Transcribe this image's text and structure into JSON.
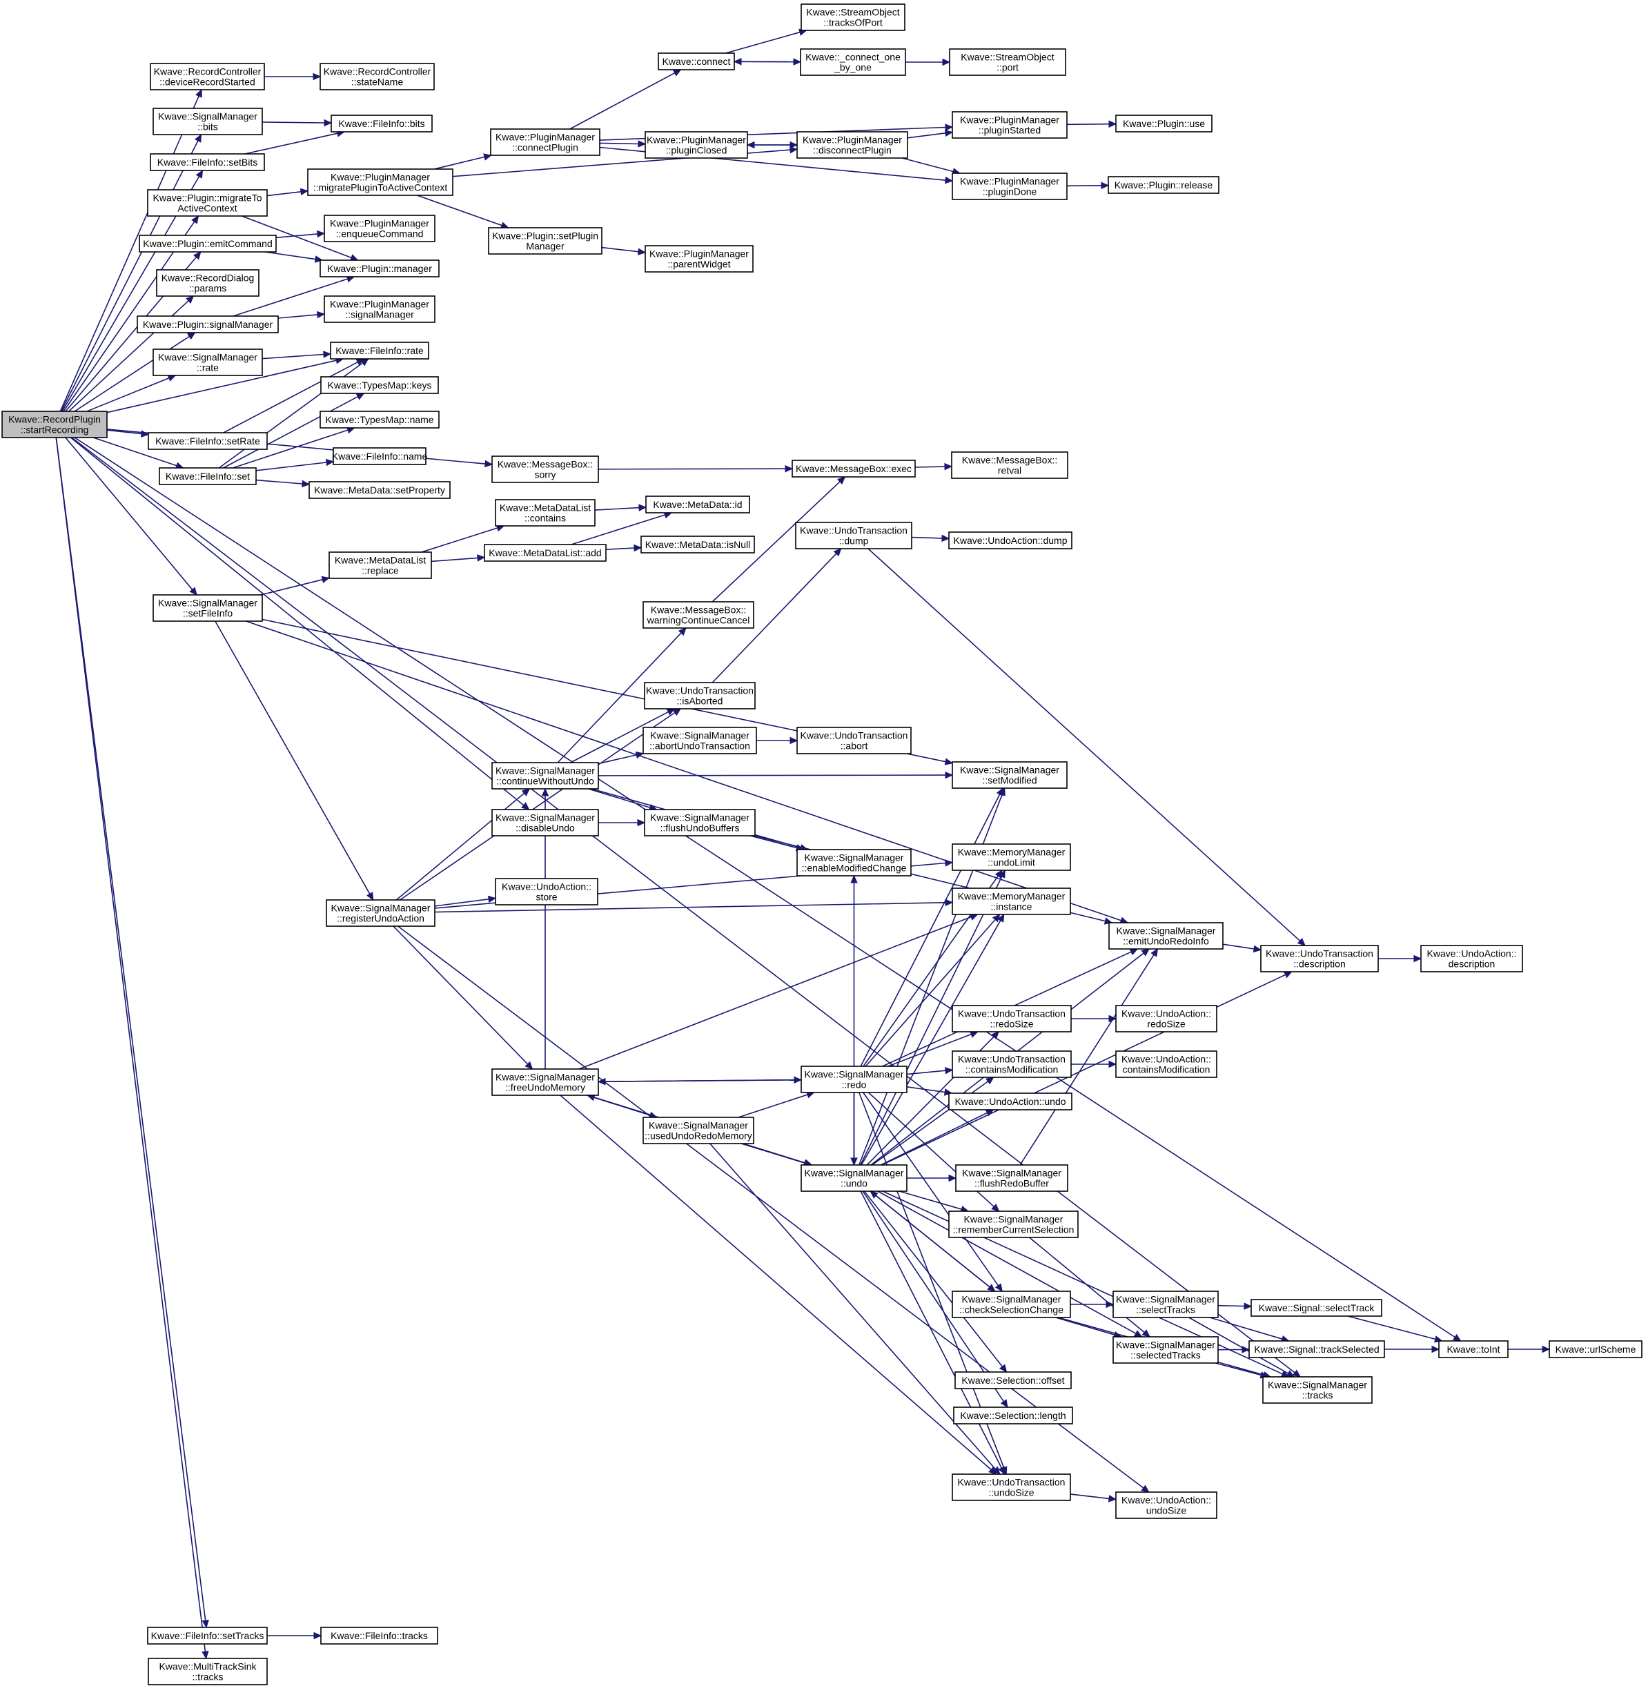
{
  "diagram": {
    "title": "",
    "colors": {
      "edge": "#191970",
      "node_border": "#000000",
      "node_fill": "#ffffff",
      "root_fill": "#bfbfbf"
    },
    "nodes": [
      {
        "id": "root",
        "lines": [
          "Kwave::RecordPlugin",
          "::startRecording"
        ],
        "root": true
      },
      {
        "id": "rc_devrec",
        "lines": [
          "Kwave::RecordController",
          "::deviceRecordStarted"
        ]
      },
      {
        "id": "rc_state",
        "lines": [
          "Kwave::RecordController",
          "::stateName"
        ]
      },
      {
        "id": "sm_bits",
        "lines": [
          "Kwave::SignalManager",
          "::bits"
        ]
      },
      {
        "id": "fi_bits",
        "lines": [
          "Kwave::FileInfo::bits"
        ]
      },
      {
        "id": "fi_setbits",
        "lines": [
          "Kwave::FileInfo::setBits"
        ]
      },
      {
        "id": "pl_migrate",
        "lines": [
          "Kwave::Plugin::migrateTo",
          "ActiveContext"
        ]
      },
      {
        "id": "pm_migrate",
        "lines": [
          "Kwave::PluginManager",
          "::migratePluginToActiveContext"
        ]
      },
      {
        "id": "pl_emit",
        "lines": [
          "Kwave::Plugin::emitCommand"
        ]
      },
      {
        "id": "pm_enqueue",
        "lines": [
          "Kwave::PluginManager",
          "::enqueueCommand"
        ]
      },
      {
        "id": "pl_manager",
        "lines": [
          "Kwave::Plugin::manager"
        ]
      },
      {
        "id": "rd_params",
        "lines": [
          "Kwave::RecordDialog",
          "::params"
        ]
      },
      {
        "id": "pl_sigman",
        "lines": [
          "Kwave::Plugin::signalManager"
        ]
      },
      {
        "id": "pm_sigman",
        "lines": [
          "Kwave::PluginManager",
          "::signalManager"
        ]
      },
      {
        "id": "sm_rate",
        "lines": [
          "Kwave::SignalManager",
          "::rate"
        ]
      },
      {
        "id": "fi_rate",
        "lines": [
          "Kwave::FileInfo::rate"
        ]
      },
      {
        "id": "tm_keys",
        "lines": [
          "Kwave::TypesMap::keys"
        ]
      },
      {
        "id": "tm_name",
        "lines": [
          "Kwave::TypesMap::name"
        ]
      },
      {
        "id": "fi_setrate",
        "lines": [
          "Kwave::FileInfo::setRate"
        ]
      },
      {
        "id": "fi_name",
        "lines": [
          "Kwave::FileInfo::name"
        ]
      },
      {
        "id": "fi_set",
        "lines": [
          "Kwave::FileInfo::set"
        ]
      },
      {
        "id": "md_setprop",
        "lines": [
          "Kwave::MetaData::setProperty"
        ]
      },
      {
        "id": "pm_connect",
        "lines": [
          "Kwave::PluginManager",
          "::connectPlugin"
        ]
      },
      {
        "id": "k_connect",
        "lines": [
          "Kwave::connect"
        ]
      },
      {
        "id": "so_tracks",
        "lines": [
          "Kwave::StreamObject",
          "::tracksOfPort"
        ]
      },
      {
        "id": "k_c1b1",
        "lines": [
          "Kwave::_connect_one",
          "_by_one"
        ]
      },
      {
        "id": "so_port",
        "lines": [
          "Kwave::StreamObject",
          "::port"
        ]
      },
      {
        "id": "pm_closed",
        "lines": [
          "Kwave::PluginManager",
          "::pluginClosed"
        ]
      },
      {
        "id": "pm_disconnect",
        "lines": [
          "Kwave::PluginManager",
          "::disconnectPlugin"
        ]
      },
      {
        "id": "pm_started",
        "lines": [
          "Kwave::PluginManager",
          "::pluginStarted"
        ]
      },
      {
        "id": "pl_use",
        "lines": [
          "Kwave::Plugin::use"
        ]
      },
      {
        "id": "pm_done",
        "lines": [
          "Kwave::PluginManager",
          "::pluginDone"
        ]
      },
      {
        "id": "pl_release",
        "lines": [
          "Kwave::Plugin::release"
        ]
      },
      {
        "id": "pl_setmgr",
        "lines": [
          "Kwave::Plugin::setPlugin",
          "Manager"
        ]
      },
      {
        "id": "pm_parent",
        "lines": [
          "Kwave::PluginManager",
          "::parentWidget"
        ]
      },
      {
        "id": "mb_sorry",
        "lines": [
          "Kwave::MessageBox::",
          "sorry"
        ]
      },
      {
        "id": "mb_exec",
        "lines": [
          "Kwave::MessageBox::exec"
        ]
      },
      {
        "id": "mb_retval",
        "lines": [
          "Kwave::MessageBox::",
          "retval"
        ]
      },
      {
        "id": "mdl_contains",
        "lines": [
          "Kwave::MetaDataList",
          "::contains"
        ]
      },
      {
        "id": "md_id",
        "lines": [
          "Kwave::MetaData::id"
        ]
      },
      {
        "id": "mdl_replace",
        "lines": [
          "Kwave::MetaDataList",
          "::replace"
        ]
      },
      {
        "id": "mdl_add",
        "lines": [
          "Kwave::MetaDataList::add"
        ]
      },
      {
        "id": "md_isnull",
        "lines": [
          "Kwave::MetaData::isNull"
        ]
      },
      {
        "id": "ut_dump",
        "lines": [
          "Kwave::UndoTransaction",
          "::dump"
        ]
      },
      {
        "id": "ua_dump",
        "lines": [
          "Kwave::UndoAction::dump"
        ]
      },
      {
        "id": "sm_setfileinfo",
        "lines": [
          "Kwave::SignalManager",
          "::setFileInfo"
        ]
      },
      {
        "id": "mb_warn",
        "lines": [
          "Kwave::MessageBox::",
          "warningContinueCancel"
        ]
      },
      {
        "id": "ut_isaborted",
        "lines": [
          "Kwave::UndoTransaction",
          "::isAborted"
        ]
      },
      {
        "id": "sm_abortut",
        "lines": [
          "Kwave::SignalManager",
          "::abortUndoTransaction"
        ]
      },
      {
        "id": "ut_abort",
        "lines": [
          "Kwave::UndoTransaction",
          "::abort"
        ]
      },
      {
        "id": "sm_cwu",
        "lines": [
          "Kwave::SignalManager",
          "::continueWithoutUndo"
        ]
      },
      {
        "id": "sm_setmod",
        "lines": [
          "Kwave::SignalManager",
          "::setModified"
        ]
      },
      {
        "id": "sm_disundo",
        "lines": [
          "Kwave::SignalManager",
          "::disableUndo"
        ]
      },
      {
        "id": "sm_flushundo",
        "lines": [
          "Kwave::SignalManager",
          "::flushUndoBuffers"
        ]
      },
      {
        "id": "sm_enmod",
        "lines": [
          "Kwave::SignalManager",
          "::enableModifiedChange"
        ]
      },
      {
        "id": "mm_undolimit",
        "lines": [
          "Kwave::MemoryManager",
          "::undoLimit"
        ]
      },
      {
        "id": "ua_store",
        "lines": [
          "Kwave::UndoAction::",
          "store"
        ]
      },
      {
        "id": "mm_instance",
        "lines": [
          "Kwave::MemoryManager",
          "::instance"
        ]
      },
      {
        "id": "sm_regundo",
        "lines": [
          "Kwave::SignalManager",
          "::registerUndoAction"
        ]
      },
      {
        "id": "sm_emitundo",
        "lines": [
          "Kwave::SignalManager",
          "::emitUndoRedoInfo"
        ]
      },
      {
        "id": "ut_desc",
        "lines": [
          "Kwave::UndoTransaction",
          "::description"
        ]
      },
      {
        "id": "ua_desc",
        "lines": [
          "Kwave::UndoAction::",
          "description"
        ]
      },
      {
        "id": "ut_redosize",
        "lines": [
          "Kwave::UndoTransaction",
          "::redoSize"
        ]
      },
      {
        "id": "ua_redosize",
        "lines": [
          "Kwave::UndoAction::",
          "redoSize"
        ]
      },
      {
        "id": "ut_containsmod",
        "lines": [
          "Kwave::UndoTransaction",
          "::containsModification"
        ]
      },
      {
        "id": "ua_containsmod",
        "lines": [
          "Kwave::UndoAction::",
          "containsModification"
        ]
      },
      {
        "id": "sm_freeundo",
        "lines": [
          "Kwave::SignalManager",
          "::freeUndoMemory"
        ]
      },
      {
        "id": "sm_redo",
        "lines": [
          "Kwave::SignalManager",
          "::redo"
        ]
      },
      {
        "id": "ua_undo",
        "lines": [
          "Kwave::UndoAction::undo"
        ]
      },
      {
        "id": "sm_usedundo",
        "lines": [
          "Kwave::SignalManager",
          "::usedUndoRedoMemory"
        ]
      },
      {
        "id": "sm_undo",
        "lines": [
          "Kwave::SignalManager",
          "::undo"
        ]
      },
      {
        "id": "sm_flushredo",
        "lines": [
          "Kwave::SignalManager",
          "::flushRedoBuffer"
        ]
      },
      {
        "id": "sm_remsel",
        "lines": [
          "Kwave::SignalManager",
          "::rememberCurrentSelection"
        ]
      },
      {
        "id": "sm_checksel",
        "lines": [
          "Kwave::SignalManager",
          "::checkSelectionChange"
        ]
      },
      {
        "id": "sm_selecttracks",
        "lines": [
          "Kwave::SignalManager",
          "::selectTracks"
        ]
      },
      {
        "id": "sg_selecttrack",
        "lines": [
          "Kwave::Signal::selectTrack"
        ]
      },
      {
        "id": "sm_selectedtracks",
        "lines": [
          "Kwave::SignalManager",
          "::selectedTracks"
        ]
      },
      {
        "id": "sg_trackselected",
        "lines": [
          "Kwave::Signal::trackSelected"
        ]
      },
      {
        "id": "k_toint",
        "lines": [
          "Kwave::toInt"
        ]
      },
      {
        "id": "k_urlscheme",
        "lines": [
          "Kwave::urlScheme"
        ]
      },
      {
        "id": "sm_tracks",
        "lines": [
          "Kwave::SignalManager",
          "::tracks"
        ]
      },
      {
        "id": "sel_offset",
        "lines": [
          "Kwave::Selection::offset"
        ]
      },
      {
        "id": "sel_length",
        "lines": [
          "Kwave::Selection::length"
        ]
      },
      {
        "id": "ut_undosize",
        "lines": [
          "Kwave::UndoTransaction",
          "::undoSize"
        ]
      },
      {
        "id": "ua_undosize",
        "lines": [
          "Kwave::UndoAction::",
          "undoSize"
        ]
      },
      {
        "id": "fi_settracks",
        "lines": [
          "Kwave::FileInfo::setTracks"
        ]
      },
      {
        "id": "fi_tracks",
        "lines": [
          "Kwave::FileInfo::tracks"
        ]
      },
      {
        "id": "mts_tracks",
        "lines": [
          "Kwave::MultiTrackSink",
          "::tracks"
        ]
      }
    ],
    "edges": [
      [
        "root",
        "rc_devrec"
      ],
      [
        "rc_devrec",
        "rc_state"
      ],
      [
        "root",
        "sm_bits"
      ],
      [
        "sm_bits",
        "fi_bits"
      ],
      [
        "root",
        "fi_setbits"
      ],
      [
        "fi_setbits",
        "fi_bits"
      ],
      [
        "root",
        "pl_migrate"
      ],
      [
        "pl_migrate",
        "pm_migrate"
      ],
      [
        "pl_migrate",
        "pl_manager"
      ],
      [
        "pm_migrate",
        "pm_connect"
      ],
      [
        "pm_migrate",
        "pm_disconnect"
      ],
      [
        "pm_migrate",
        "pl_setmgr"
      ],
      [
        "pm_connect",
        "k_connect"
      ],
      [
        "pm_connect",
        "pm_closed"
      ],
      [
        "pm_connect",
        "pm_started"
      ],
      [
        "pm_connect",
        "pm_done"
      ],
      [
        "k_connect",
        "so_tracks"
      ],
      [
        "k_connect",
        "k_c1b1"
      ],
      [
        "k_c1b1",
        "k_connect"
      ],
      [
        "k_c1b1",
        "so_port"
      ],
      [
        "pm_closed",
        "pm_disconnect"
      ],
      [
        "pm_disconnect",
        "pm_closed"
      ],
      [
        "pm_disconnect",
        "pm_started"
      ],
      [
        "pm_disconnect",
        "pm_done"
      ],
      [
        "pm_started",
        "pl_use"
      ],
      [
        "pm_done",
        "pl_release"
      ],
      [
        "pl_setmgr",
        "pm_parent"
      ],
      [
        "root",
        "pl_emit"
      ],
      [
        "pl_emit",
        "pm_enqueue"
      ],
      [
        "pl_emit",
        "pl_manager"
      ],
      [
        "root",
        "rd_params"
      ],
      [
        "root",
        "pl_sigman"
      ],
      [
        "pl_sigman",
        "pl_manager"
      ],
      [
        "pl_sigman",
        "pm_sigman"
      ],
      [
        "root",
        "sm_rate"
      ],
      [
        "sm_rate",
        "fi_rate"
      ],
      [
        "root",
        "fi_rate"
      ],
      [
        "root",
        "fi_setrate"
      ],
      [
        "fi_setrate",
        "fi_rate"
      ],
      [
        "root",
        "fi_set"
      ],
      [
        "fi_set",
        "fi_rate"
      ],
      [
        "fi_set",
        "tm_keys"
      ],
      [
        "fi_set",
        "tm_name"
      ],
      [
        "fi_set",
        "fi_name"
      ],
      [
        "fi_set",
        "md_setprop"
      ],
      [
        "root",
        "mb_sorry"
      ],
      [
        "mb_sorry",
        "mb_exec"
      ],
      [
        "mb_exec",
        "mb_retval"
      ],
      [
        "root",
        "sm_setfileinfo"
      ],
      [
        "sm_setfileinfo",
        "mdl_replace"
      ],
      [
        "sm_setfileinfo",
        "sm_setmod"
      ],
      [
        "sm_setfileinfo",
        "sm_emitundo"
      ],
      [
        "sm_setfileinfo",
        "sm_regundo"
      ],
      [
        "mdl_replace",
        "mdl_contains"
      ],
      [
        "mdl_replace",
        "mdl_add"
      ],
      [
        "mdl_contains",
        "md_id"
      ],
      [
        "mdl_add",
        "md_id"
      ],
      [
        "mdl_add",
        "md_isnull"
      ],
      [
        "root",
        "sm_disundo"
      ],
      [
        "sm_disundo",
        "sm_flushundo"
      ],
      [
        "root",
        "sm_tracks"
      ],
      [
        "root",
        "k_toint"
      ],
      [
        "root",
        "fi_settracks"
      ],
      [
        "fi_settracks",
        "fi_tracks"
      ],
      [
        "root",
        "mts_tracks"
      ],
      [
        "ut_dump",
        "ua_dump"
      ],
      [
        "ut_dump",
        "ut_desc"
      ],
      [
        "mb_warn",
        "mb_exec"
      ],
      [
        "ut_isaborted",
        "ut_dump"
      ],
      [
        "sm_cwu",
        "mb_warn"
      ],
      [
        "sm_cwu",
        "ut_isaborted"
      ],
      [
        "sm_cwu",
        "sm_abortut"
      ],
      [
        "sm_cwu",
        "sm_setmod"
      ],
      [
        "sm_cwu",
        "sm_flushundo"
      ],
      [
        "sm_cwu",
        "sm_enmod"
      ],
      [
        "sm_abortut",
        "ut_abort"
      ],
      [
        "sm_flushundo",
        "sm_enmod"
      ],
      [
        "sm_flushundo",
        "sm_emitundo"
      ],
      [
        "sm_regundo",
        "ut_isaborted"
      ],
      [
        "sm_regundo",
        "sm_cwu"
      ],
      [
        "sm_regundo",
        "ua_store"
      ],
      [
        "sm_regundo",
        "mm_undolimit"
      ],
      [
        "sm_regundo",
        "mm_instance"
      ],
      [
        "sm_regundo",
        "sm_freeundo"
      ],
      [
        "sm_regundo",
        "ua_undosize"
      ],
      [
        "sm_emitundo",
        "ut_desc"
      ],
      [
        "ut_desc",
        "ua_desc"
      ],
      [
        "ut_redosize",
        "ua_redosize"
      ],
      [
        "ut_containsmod",
        "ua_containsmod"
      ],
      [
        "sm_freeundo",
        "sm_cwu"
      ],
      [
        "sm_freeundo",
        "mm_instance"
      ],
      [
        "sm_freeundo",
        "sm_redo"
      ],
      [
        "sm_freeundo",
        "sm_usedundo"
      ],
      [
        "sm_freeundo",
        "sm_undo"
      ],
      [
        "sm_freeundo",
        "ut_undosize"
      ],
      [
        "sm_usedundo",
        "sm_redo"
      ],
      [
        "sm_usedundo",
        "sm_undo"
      ],
      [
        "sm_usedundo",
        "ut_undosize"
      ],
      [
        "sm_redo",
        "sm_setmod"
      ],
      [
        "sm_redo",
        "sm_freeundo"
      ],
      [
        "sm_redo",
        "mm_undolimit"
      ],
      [
        "sm_redo",
        "mm_instance"
      ],
      [
        "sm_redo",
        "sm_emitundo"
      ],
      [
        "sm_redo",
        "ut_redosize"
      ],
      [
        "sm_redo",
        "ut_containsmod"
      ],
      [
        "sm_redo",
        "ua_undo"
      ],
      [
        "sm_redo",
        "sm_undo"
      ],
      [
        "sm_redo",
        "sm_remsel"
      ],
      [
        "sm_redo",
        "sm_checksel"
      ],
      [
        "sm_redo",
        "ut_undosize"
      ],
      [
        "sm_undo",
        "sm_enmod"
      ],
      [
        "sm_undo",
        "sm_setmod"
      ],
      [
        "sm_undo",
        "mm_undolimit"
      ],
      [
        "sm_undo",
        "mm_instance"
      ],
      [
        "sm_undo",
        "sm_emitundo"
      ],
      [
        "sm_undo",
        "ut_desc"
      ],
      [
        "sm_undo",
        "ut_redosize"
      ],
      [
        "sm_undo",
        "ut_containsmod"
      ],
      [
        "sm_undo",
        "ua_undo"
      ],
      [
        "sm_undo",
        "sm_freeundo"
      ],
      [
        "sm_undo",
        "sm_flushredo"
      ],
      [
        "sm_undo",
        "sm_remsel"
      ],
      [
        "sm_undo",
        "sm_checksel"
      ],
      [
        "sm_undo",
        "sm_selectedtracks"
      ],
      [
        "sm_undo",
        "sm_tracks"
      ],
      [
        "sm_undo",
        "sel_offset"
      ],
      [
        "sm_undo",
        "sel_length"
      ],
      [
        "sm_undo",
        "ut_undosize"
      ],
      [
        "sm_flushredo",
        "sm_emitundo"
      ],
      [
        "sm_remsel",
        "sm_selectedtracks"
      ],
      [
        "sm_checksel",
        "sm_undo"
      ],
      [
        "sm_checksel",
        "sm_selecttracks"
      ],
      [
        "sm_checksel",
        "sm_selectedtracks"
      ],
      [
        "sm_checksel",
        "sm_tracks"
      ],
      [
        "sm_selecttracks",
        "sg_selecttrack"
      ],
      [
        "sm_selecttracks",
        "sg_trackselected"
      ],
      [
        "sm_selecttracks",
        "sm_tracks"
      ],
      [
        "sm_selectedtracks",
        "sg_trackselected"
      ],
      [
        "sm_selectedtracks",
        "sm_tracks"
      ],
      [
        "sg_selecttrack",
        "k_toint"
      ],
      [
        "sg_trackselected",
        "k_toint"
      ],
      [
        "k_toint",
        "k_urlscheme"
      ],
      [
        "ut_undosize",
        "ua_undosize"
      ]
    ]
  }
}
